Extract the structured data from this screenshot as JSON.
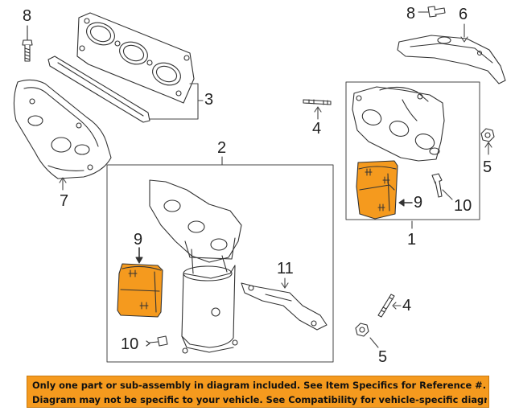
{
  "callouts": {
    "c1": "1",
    "c2": "2",
    "c3": "3",
    "c4_upper": "4",
    "c4_lower": "4",
    "c5_upper": "5",
    "c5_lower": "5",
    "c6": "6",
    "c7": "7",
    "c8": "8",
    "c8_right": "8",
    "c9_left": "9",
    "c9_right": "9",
    "c10_left": "10",
    "c10_right": "10",
    "c11": "11"
  },
  "banner": {
    "line1": "Only one part or sub-assembly in diagram included. See Item Specifics for Reference #.",
    "line2": "Diagram may not be specific to your vehicle. See Compatibility for vehicle-specific diagrams."
  },
  "colors": {
    "line": "#333333",
    "highlight": "#f59a1e",
    "banner": "#f59a1e"
  }
}
